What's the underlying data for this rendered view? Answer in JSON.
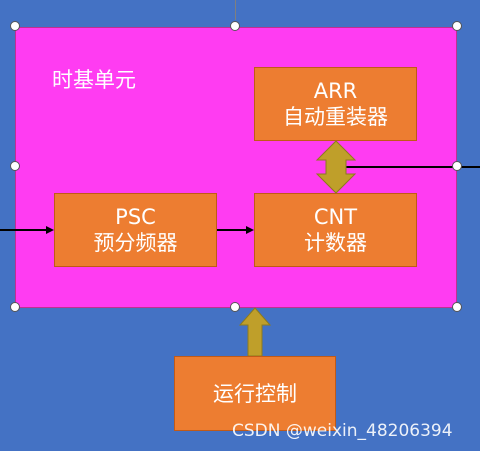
{
  "time_base_unit": {
    "title": "时基单元"
  },
  "boxes": {
    "arr": {
      "line1": "ARR",
      "line2": "自动重装器"
    },
    "psc": {
      "line1": "PSC",
      "line2": "预分频器"
    },
    "cnt": {
      "line1": "CNT",
      "line2": "计数器"
    },
    "control": {
      "label": "运行控制"
    }
  },
  "watermark": "CSDN @weixin_48206394",
  "colors": {
    "background": "#4472c4",
    "time_base_fill": "#ff3cf2",
    "box_fill": "#ed7d31",
    "arrow_fill": "#bf9f2a"
  }
}
